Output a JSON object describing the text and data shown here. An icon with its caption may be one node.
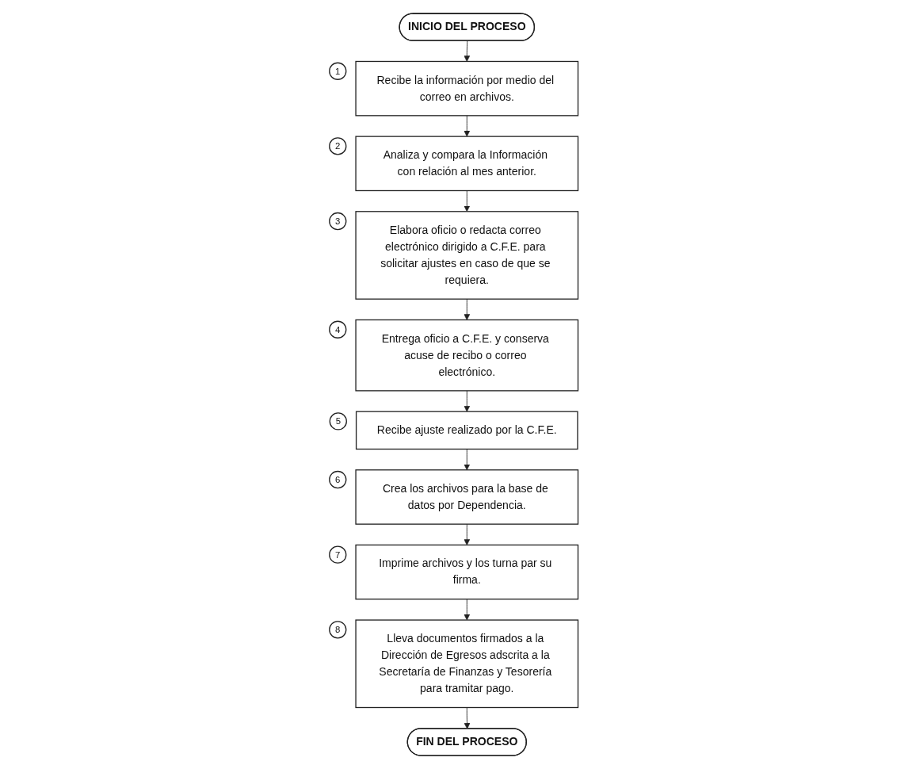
{
  "diagram": {
    "nodes": [
      {
        "text": [
          "INICIO DEL PROCESO"
        ]
      },
      {
        "text": [
          "Recibe la información por medio del correo en archivos."
        ],
        "beside": [
          "1"
        ]
      },
      {
        "text": [
          "Analiza y compara la Información con relación al mes anterior."
        ],
        "beside": [
          "2"
        ]
      },
      {
        "text": [
          "Elabora oficio o redacta correo electrónico dirigido a C.F.E. para solicitar ajustes en caso de que se requiera."
        ],
        "beside": [
          "3"
        ]
      },
      {
        "text": [
          "Entrega oficio a C.F.E. y conserva acuse de recibo o correo electrónico."
        ],
        "beside": [
          "4"
        ]
      },
      {
        "text": [
          "Recibe ajuste realizado por la C.F.E."
        ],
        "beside": [
          "5"
        ]
      },
      {
        "text": [
          "Crea los archivos para la base de datos por Dependencia."
        ],
        "beside": [
          "6"
        ]
      },
      {
        "text": [
          "Imprime archivos y los turna par su firma."
        ],
        "beside": [
          "7"
        ]
      },
      {
        "text": [
          "Lleva documentos firmados a la Dirección de Egresos adscrita a la Secretaría de Finanzas y Tesorería para tramitar pago."
        ],
        "beside": [
          "8"
        ]
      },
      {
        "text": [
          "FIN DEL PROCESO"
        ]
      }
    ],
    "edges": [
      {
        "from": 0,
        "to": 1,
        "arrow": "to"
      },
      {
        "from": 1,
        "to": 2,
        "arrow": "to"
      },
      {
        "from": 2,
        "to": 3,
        "arrow": "to"
      },
      {
        "from": 3,
        "to": 4,
        "arrow": "to"
      },
      {
        "from": 4,
        "to": 5,
        "arrow": "to"
      },
      {
        "from": 5,
        "to": 6,
        "arrow": "to"
      },
      {
        "from": 6,
        "to": 7,
        "arrow": "to"
      },
      {
        "from": 7,
        "to": 8,
        "arrow": "to"
      },
      {
        "from": 8,
        "to": 9,
        "arrow": "to"
      }
    ]
  }
}
